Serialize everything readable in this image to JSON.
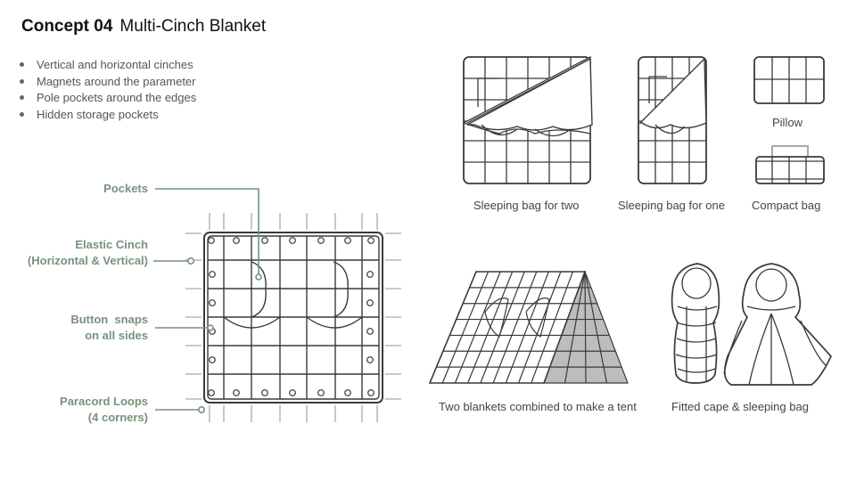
{
  "title": {
    "concept": "Concept 04",
    "name": "Multi-Cinch Blanket"
  },
  "features": [
    "Vertical and horizontal cinches",
    "Magnets around the parameter",
    "Pole pockets around the edges",
    "Hidden storage pockets"
  ],
  "callouts": {
    "pockets": "Pockets",
    "elastic_1": "Elastic Cinch",
    "elastic_2": "(Horizontal & Vertical)",
    "snaps_1": "Button  snaps",
    "snaps_2": "on all sides",
    "paracord_1": "Paracord Loops",
    "paracord_2": "(4 corners)"
  },
  "captions": {
    "bag_two": "Sleeping bag for two",
    "bag_one": "Sleeping bag for one",
    "pillow": "Pillow",
    "compact": "Compact bag",
    "tent": "Two blankets combined to make a tent",
    "cape": "Fitted cape & sleeping bag"
  },
  "colors": {
    "callout": "#76927c",
    "line": "#3a3a3a",
    "tent_shade": "#bdbdbd"
  }
}
